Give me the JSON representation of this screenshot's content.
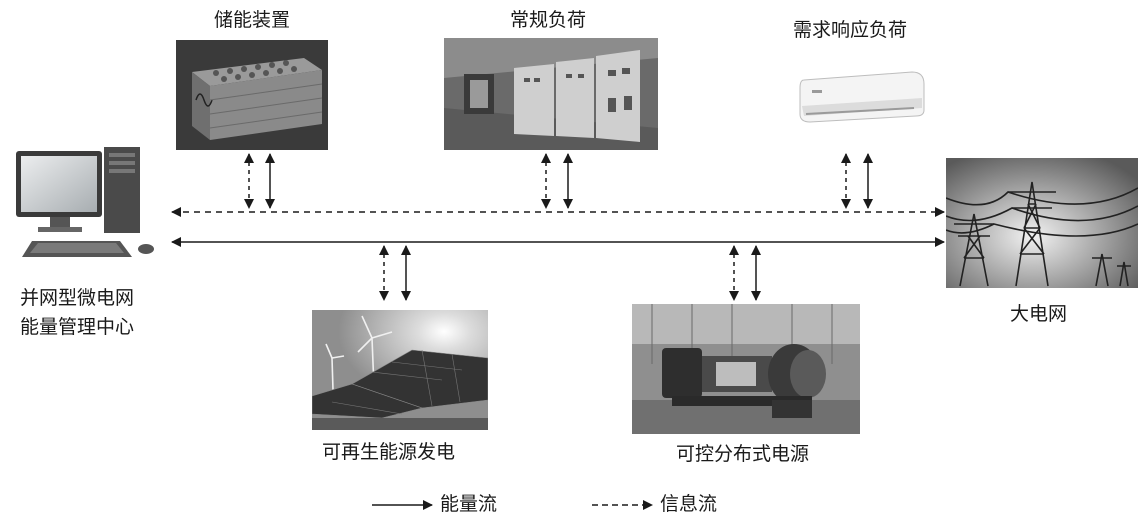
{
  "nodes": {
    "mgmt_center": {
      "label_line1": "并网型微电网",
      "label_line2": "能量管理中心"
    },
    "storage": {
      "label": "储能装置"
    },
    "regular_load": {
      "label": "常规负荷"
    },
    "demand_response_load": {
      "label": "需求响应负荷"
    },
    "grid": {
      "label": "大电网"
    },
    "renewable": {
      "label": "可再生能源发电"
    },
    "distributed_power": {
      "label": "可控分布式电源"
    }
  },
  "legend": {
    "energy_flow": "能量流",
    "info_flow": "信息流"
  },
  "colors": {
    "line": "#1a1a1a",
    "background": "#ffffff"
  }
}
